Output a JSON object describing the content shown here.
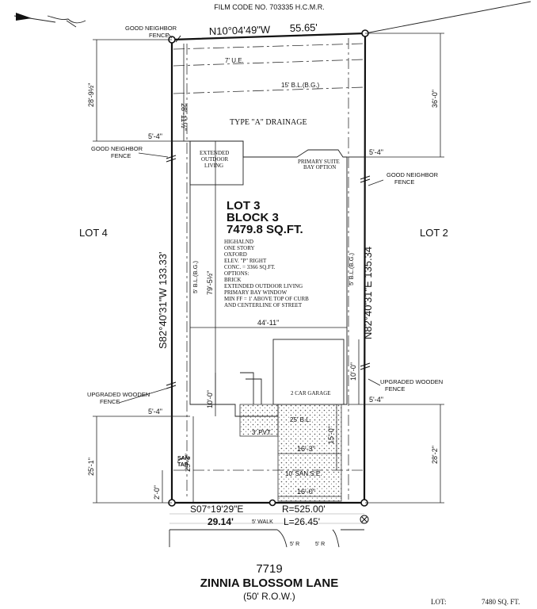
{
  "header": {
    "film_code": "FILM CODE NO. 703335 H.C.M.R."
  },
  "lot": {
    "number": "LOT 3",
    "block": "BLOCK 3",
    "area": "7479.8 SQ.FT.",
    "neighbor_left": "LOT 4",
    "neighbor_right": "LOT 2",
    "details": [
      "HIGHALND",
      "ONE STORY",
      "OXFORD",
      "ELEV. \"P\" RIGHT",
      "CONC. = 3366 SQ.FT.",
      "OPTIONS:",
      "BRICK",
      "EXTENDED OUTDOOR LIVING",
      "PRIMARY BAY WINDOW",
      "MIN FF = 1' ABOVE TOP OF CURB",
      "AND CENTERLINE OF STREET"
    ]
  },
  "bearings": {
    "north": "N10°04'49\"W",
    "north_dist": "55.65'",
    "west": "S82°40'31\"W   133.33'",
    "east": "N82°40'31\"E   135.34",
    "south": "S07°19'29\"E",
    "south_dist": "29.14'",
    "radius": "R=525.00'",
    "arc": "L=26.45'"
  },
  "labels": {
    "good_neighbor_top": [
      "GOOD NEIGHBOR",
      "FENCE"
    ],
    "good_neighbor_left": [
      "GOOD NEIGHBOR",
      "FENCE"
    ],
    "good_neighbor_right": [
      "GOOD NEIGHBOR",
      "FENCE"
    ],
    "upgraded_left": [
      "UPGRADED WOODEN",
      "FENCE"
    ],
    "upgraded_right": [
      "UPGRADED WOODEN",
      "FENCE"
    ],
    "ue": "7' U.E.",
    "bl_rear": "15' B.L.(B.G.)",
    "drainage": "TYPE \"A\" DRAINAGE",
    "outdoor_living": [
      "EXTENDED",
      "OUTDOOR",
      "LIVING"
    ],
    "bay_option": [
      "PRIMARY SUITE",
      "BAY OPTION"
    ],
    "bl_side_left": "5' B.L.(B.G.)",
    "bl_side_right": "5' B.L.(B.G.)",
    "garage": "2 CAR GARAGE",
    "bl_front": "25' B.L.",
    "pvt": "3' PVT.",
    "san_se": "10' SAN.S.E.",
    "san_tap": [
      "SAN",
      "TAP"
    ],
    "walk": "5' WALK",
    "r_left": "5' R",
    "r_right": "5' R"
  },
  "dims": {
    "d_28_9": "28'-9½\"",
    "d_28_11": "28'-11½\"",
    "d_36_0": "36'-0\"",
    "d_5_4_tl": "5'-4\"",
    "d_5_4_tr": "5'-4\"",
    "d_79_5": "79'-5½\"",
    "d_44_11": "44'-11\"",
    "d_10_0_l": "10'-0\"",
    "d_10_0_r": "10'-0\"",
    "d_5_4_bl": "5'-4\"",
    "d_5_4_br": "5'-4\"",
    "d_25_1_out": "25'-1\"",
    "d_25_1_in": "25'-1\"",
    "d_15_0": "15'-0\"",
    "d_16_3": "16'-3\"",
    "d_16_0": "16'-0\"",
    "d_28_2": "28'-2\"",
    "d_2_0": "2'-0\""
  },
  "address": {
    "number": "7719",
    "street": "ZINNIA BLOSSOM LANE",
    "row": "(50' R.O.W.)"
  },
  "footer": {
    "label": "LOT:",
    "value": "7480  SQ. FT."
  }
}
